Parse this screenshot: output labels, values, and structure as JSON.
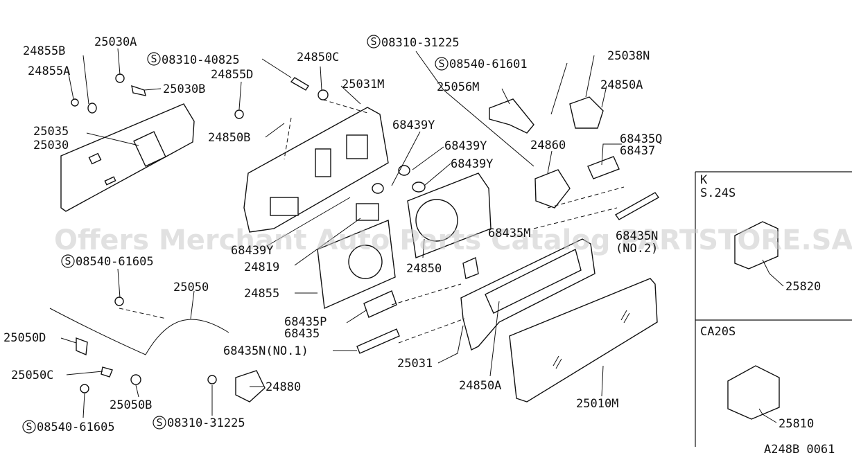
{
  "labels": {
    "p24855B": "24855B",
    "p25030A": "25030A",
    "p24855A": "24855A",
    "p08310_40825": "08310-40825",
    "p24850C": "24850C",
    "p08310_31225_top": "08310-31225",
    "p25038N": "25038N",
    "p08540_61601": "08540-61601",
    "p24855D": "24855D",
    "p25030B": "25030B",
    "p25031M": "25031M",
    "p25056M": "25056M",
    "p24850A_top": "24850A",
    "p25035": "25035",
    "p25030": "25030",
    "p24850B": "24850B",
    "p68439Y_1": "68439Y",
    "p68439Y_2": "68439Y",
    "p68439Y_3": "68439Y",
    "p24860": "24860",
    "p68435Q": "68435Q",
    "p68437": "68437",
    "p68439Y_4": "68439Y",
    "p24819": "24819",
    "p24850": "24850",
    "p68435M": "68435M",
    "p68435N_2": "68435N",
    "p68435N_2_sub": "(NO.2)",
    "p08540_61605_a": "08540-61605",
    "p25050": "25050",
    "p24855": "24855",
    "p68435P": "68435P",
    "p68435": "68435",
    "p68435N_1": "68435N(NO.1)",
    "p25050D": "25050D",
    "p25050C": "25050C",
    "p25050B": "25050B",
    "p08540_61605_b": "08540-61605",
    "p24880": "24880",
    "p08310_31225_bottom": "08310-31225",
    "p25031": "25031",
    "p24850A_bottom": "24850A",
    "p25010M": "25010M",
    "inset1_code_a": "K",
    "inset1_code_b": "S.24S",
    "p25820": "25820",
    "inset2_code": "CA20S",
    "p25810": "25810",
    "diagram_code": "A248B 0061",
    "screw_symbol": "S",
    "watermark": "Offers Merchant Auto Parts Catalog PARTSTORE.SA"
  }
}
